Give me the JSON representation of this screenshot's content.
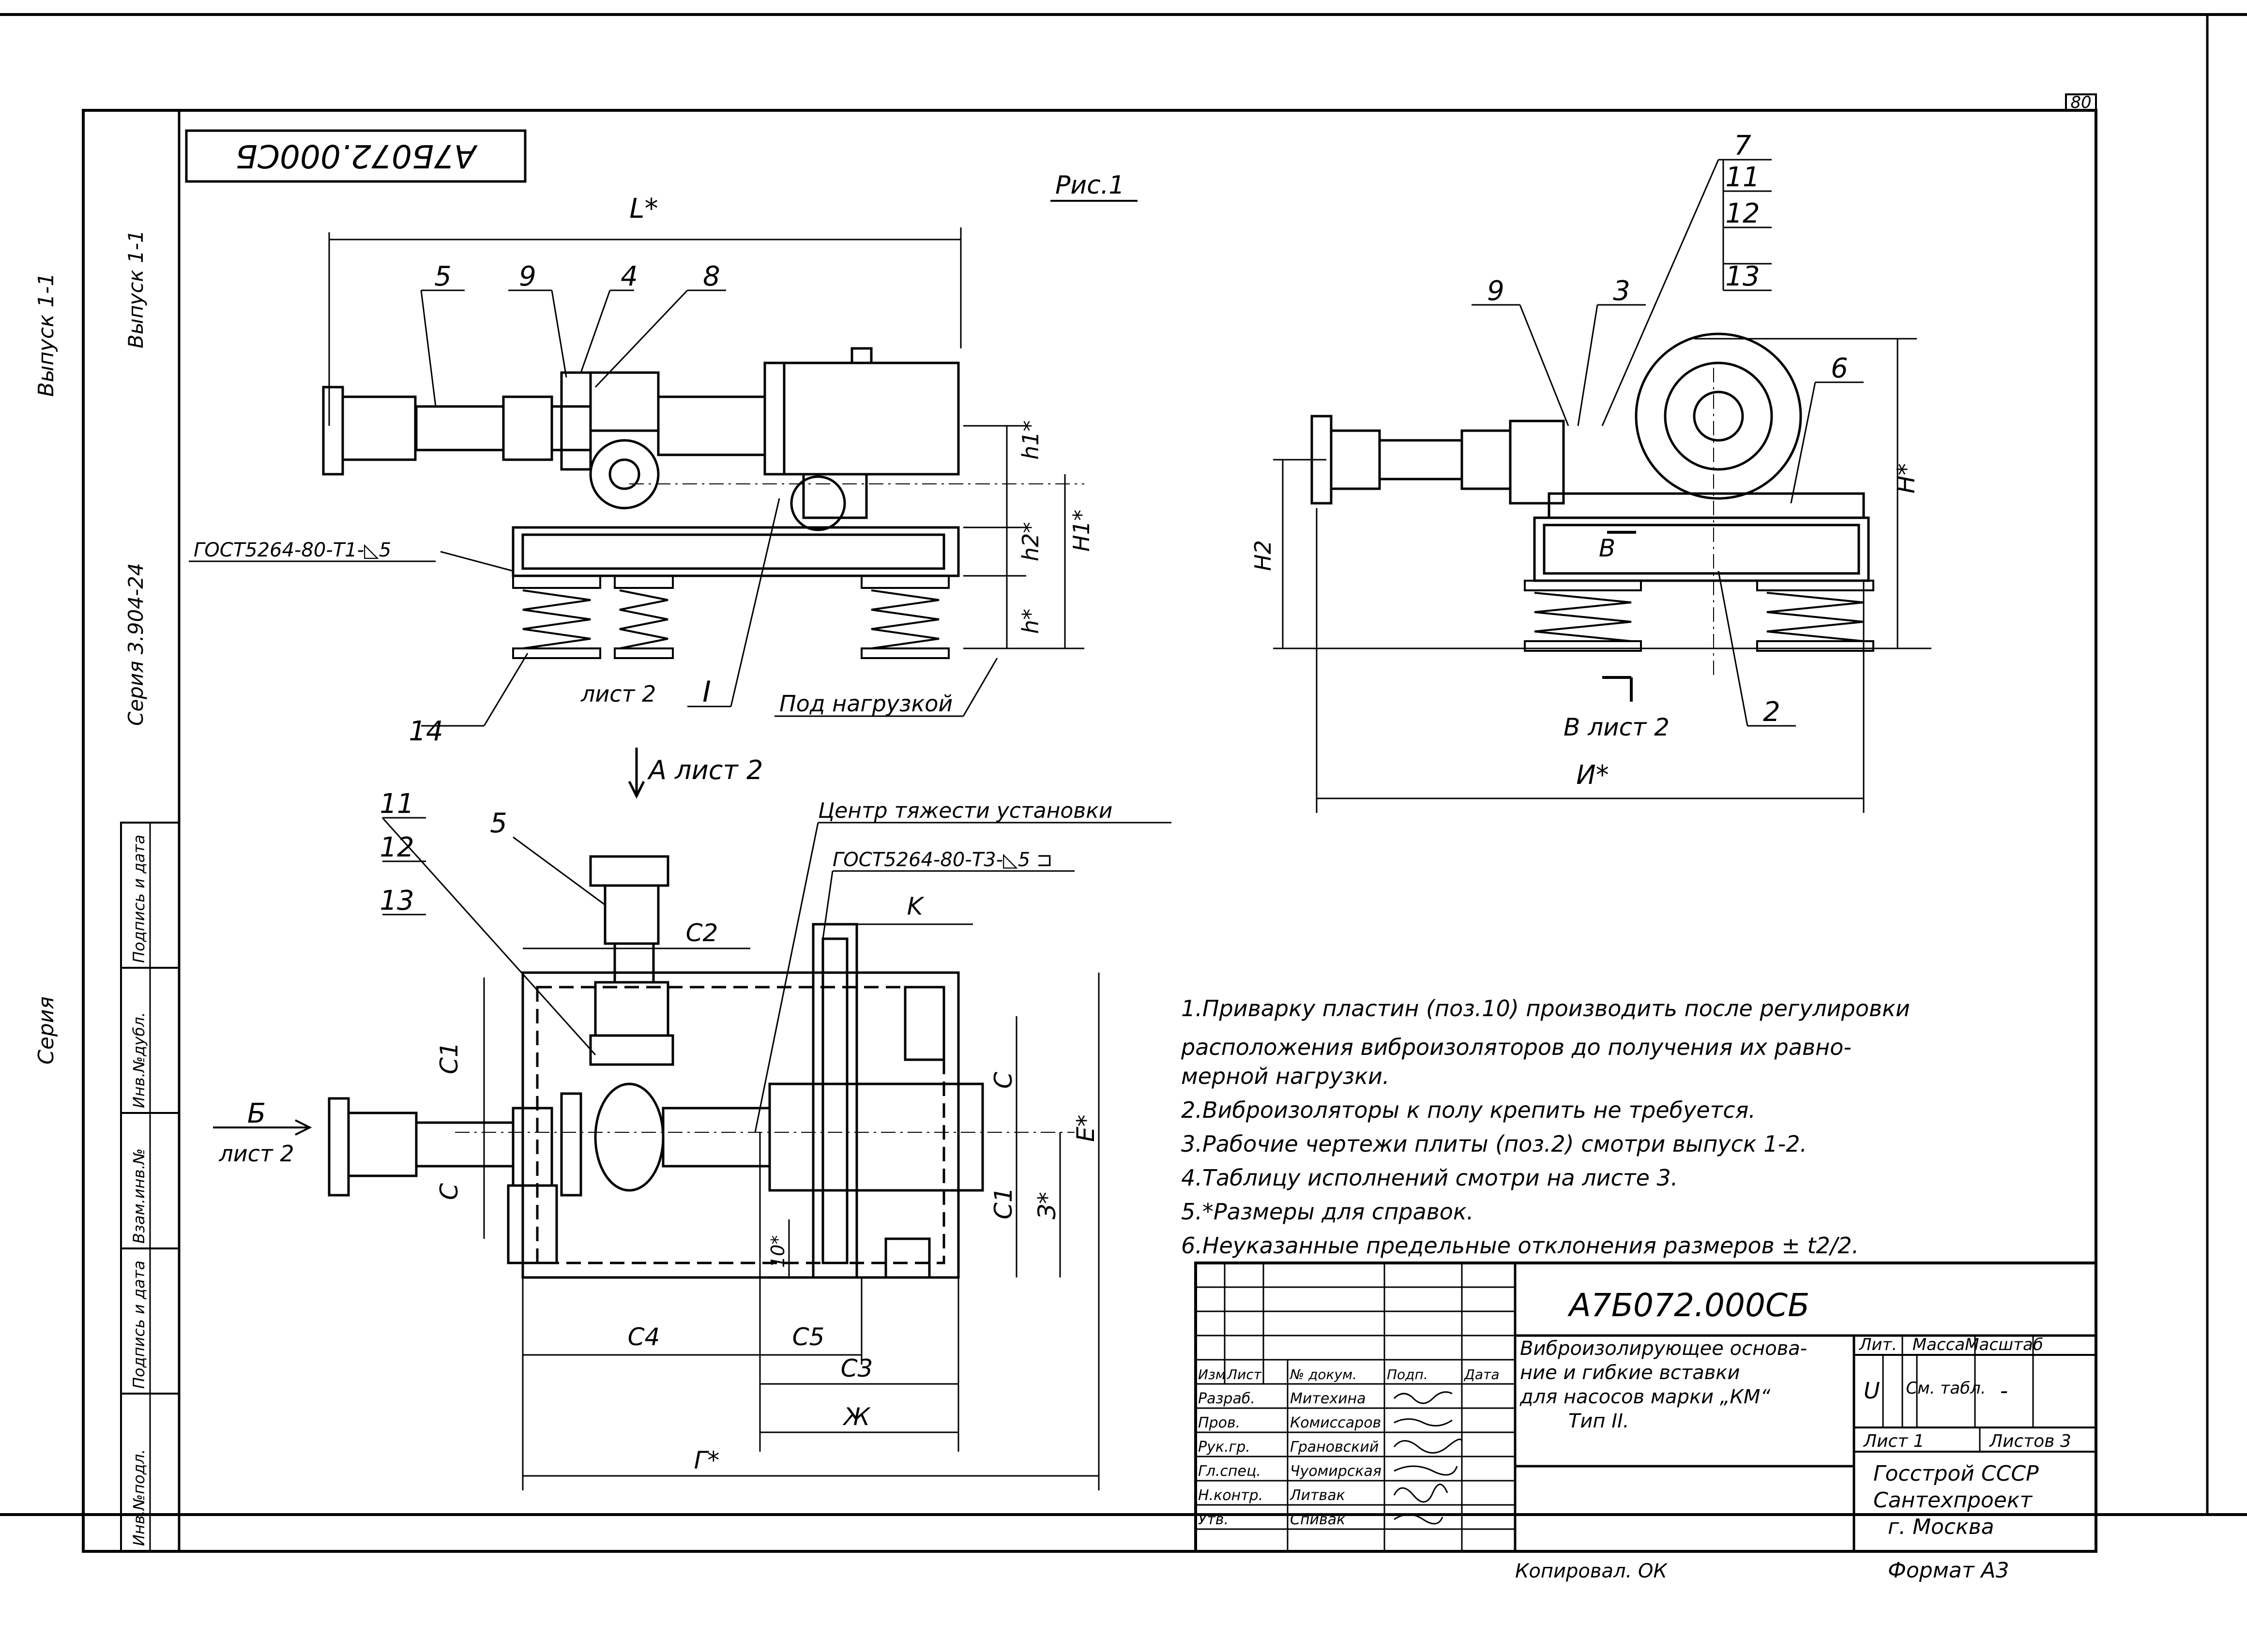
{
  "sheet": {
    "page_number": "80",
    "doc_code_rotated": "А7Б072.000СБ",
    "series_text": "Серия 3.904-24",
    "issue_text": "Выпуск 1-1",
    "left_margin_issue": "Выпуск 1-1",
    "left_margin_series": "Серия",
    "figure_caption": "Рис.1",
    "copied_by": "Копировал. ОК",
    "format": "Формат А3"
  },
  "left_stamp": {
    "cells": [
      "Инв.№подл.",
      "Подпись и дата",
      "Взам.инв.№",
      "Инв.№дубл.",
      "Подпись и дата"
    ]
  },
  "front_view": {
    "dim_L": "L*",
    "pos_labels": [
      "5",
      "9",
      "4",
      "8",
      "14"
    ],
    "dim_h1": "h1*",
    "dim_h2": "h2*",
    "dim_H1": "H1*",
    "dim_h": "h*",
    "weld_symbol": "ГОСТ5264-80-Т1-◺5",
    "ref_sheet": "лист 2",
    "detail_ref": "I",
    "under_load": "Под нагрузкой"
  },
  "side_view": {
    "pos_labels": [
      "7",
      "11",
      "12",
      "13",
      "9",
      "3",
      "6",
      "2"
    ],
    "dim_H": "H*",
    "dim_H2": "H2",
    "section_B": "В",
    "section_ref": "В лист 2",
    "dim_I": "И*"
  },
  "plan_view": {
    "view_A": "А лист 2",
    "view_B_letter": "Б",
    "view_B_sheet": "лист 2",
    "center_of_gravity": "Центр тяжести установки",
    "weld_symbol": "ГОСТ5264-80-Т3-◺5 ⊐",
    "pos_labels": [
      "11",
      "12",
      "13",
      "5"
    ],
    "dims": [
      "K",
      "C2",
      "C1",
      "C",
      "C",
      "C1",
      "З*",
      "E*",
      "10*",
      "C4",
      "C5",
      "C3",
      "Ж",
      "Г*"
    ]
  },
  "notes": [
    "1.Приварку пластин (поз.10) производить после регулировки",
    "расположения виброизоляторов до получения их равно-",
    "мерной нагрузки.",
    "2.Виброизоляторы к полу крепить не требуется.",
    "3.Рабочие чертежи плиты (поз.2) смотри выпуск 1-2.",
    "4.Таблицу исполнений смотри на листе 3.",
    "5.*Размеры для справок.",
    "6.Неуказанные предельные отклонения размеров ± t2/2."
  ],
  "title_block": {
    "doc_code": "А7Б072.000СБ",
    "title_lines": [
      "Виброизолирующее основа-",
      "ние и гибкие вставки",
      "для насосов марки „КМ“",
      "Тип II."
    ],
    "headers": [
      "Изм",
      "Лист",
      "№ докум.",
      "Подп.",
      "Дата"
    ],
    "roles": [
      {
        "role": "Разраб.",
        "name": "Митехина"
      },
      {
        "role": "Пров.",
        "name": "Комиссаров"
      },
      {
        "role": "Рук.гр.",
        "name": "Грановский"
      },
      {
        "role": "Гл.спец.",
        "name": "Чуомирская"
      },
      {
        "role": "Н.контр.",
        "name": "Литвак"
      },
      {
        "role": "Утв.",
        "name": "Спивак"
      }
    ],
    "lit_header": "Лит.",
    "mass_header": "Масса",
    "scale_header": "Масштаб",
    "lit_value": "U",
    "mass_value": "См. табл.",
    "scale_value": "-",
    "sheet": "Лист 1",
    "sheets_total": "Листов 3",
    "org_lines": [
      "Госстрой СССР",
      "Сантехпроект",
      "г. Москва"
    ]
  }
}
